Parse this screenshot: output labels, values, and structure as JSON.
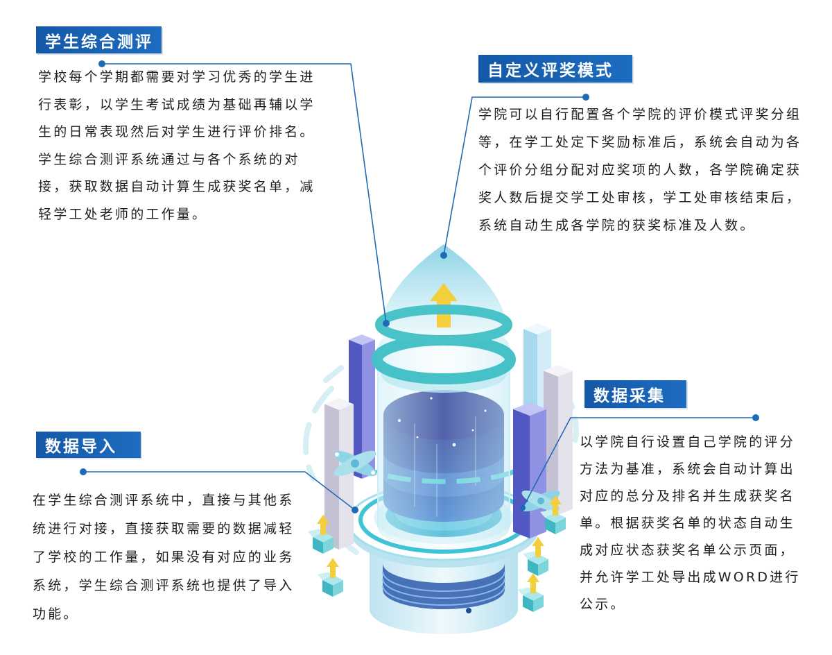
{
  "sections": {
    "evaluation": {
      "title": "学生综合测评",
      "lines": [
        "学校每个学期都需要对学习优秀的学生进",
        "行表彰，以学生考试成绩为基础再辅以学",
        "生的日常表现然后对学生进行评价排名。",
        "学生综合测评系统通过与各个系统的对",
        "接，获取数据自动计算生成获奖名单，减",
        "轻学工处老师的工作量。"
      ]
    },
    "custom_award": {
      "title": "自定义评奖模式",
      "lines": [
        "学院可以自行配置各个学院的评价模式评奖分组",
        "等，在学工处定下奖励标准后，系统会自动为各",
        "个评价分组分配对应奖项的人数，各学院确定获",
        "奖人数后提交学工处审核，学工处审核结束后，",
        "系统自动生成各学院的获奖标准及人数。"
      ]
    },
    "data_collection": {
      "title": "数据采集",
      "lines": [
        "以学院自行设置自己学院的评分",
        "方法为基准，系统会自动计算出",
        "对应的总分及排名并生成获奖名",
        "单。根据获奖名单的状态自动生",
        "成对应状态获奖名单公示页面，",
        "并允许学工处导出成WORD进行",
        "公示。"
      ]
    },
    "data_import": {
      "title": "数据导入",
      "lines": [
        "在学生综合测评系统中，直接与其他系",
        "统进行对接，直接获取需要的数据减轻",
        "了学校的工作量，如果没有对应的业务",
        "系统，学生综合测评系统也提供了导入",
        "功能。"
      ]
    }
  },
  "illustration_icons": [
    "rocket-icon",
    "up-arrow-icon",
    "data-cylinder-icon",
    "bar-column-icon",
    "propeller-icon",
    "upload-box-icon"
  ],
  "colors": {
    "title_bg": "#1862b6",
    "connector": "#1f6ab7",
    "text": "#1e1e1e",
    "teal": "#47c1c8",
    "arrow_yellow": "#f3cf3d",
    "bars": {
      "purple": {
        "left": "#5158c2",
        "right": "#8f92e2",
        "top": "#c3c4f3"
      },
      "gray": {
        "left": "#c4c1d4",
        "right": "#e4e3ec",
        "top": "#f4f4f8"
      },
      "light_blue": {
        "left": "#a6d8ee",
        "right": "#d2ecf8",
        "top": "#eef8fd"
      }
    },
    "box": {
      "top": "#aee7eb",
      "left": "#3fb7c2",
      "right": "#7dd4db"
    }
  }
}
